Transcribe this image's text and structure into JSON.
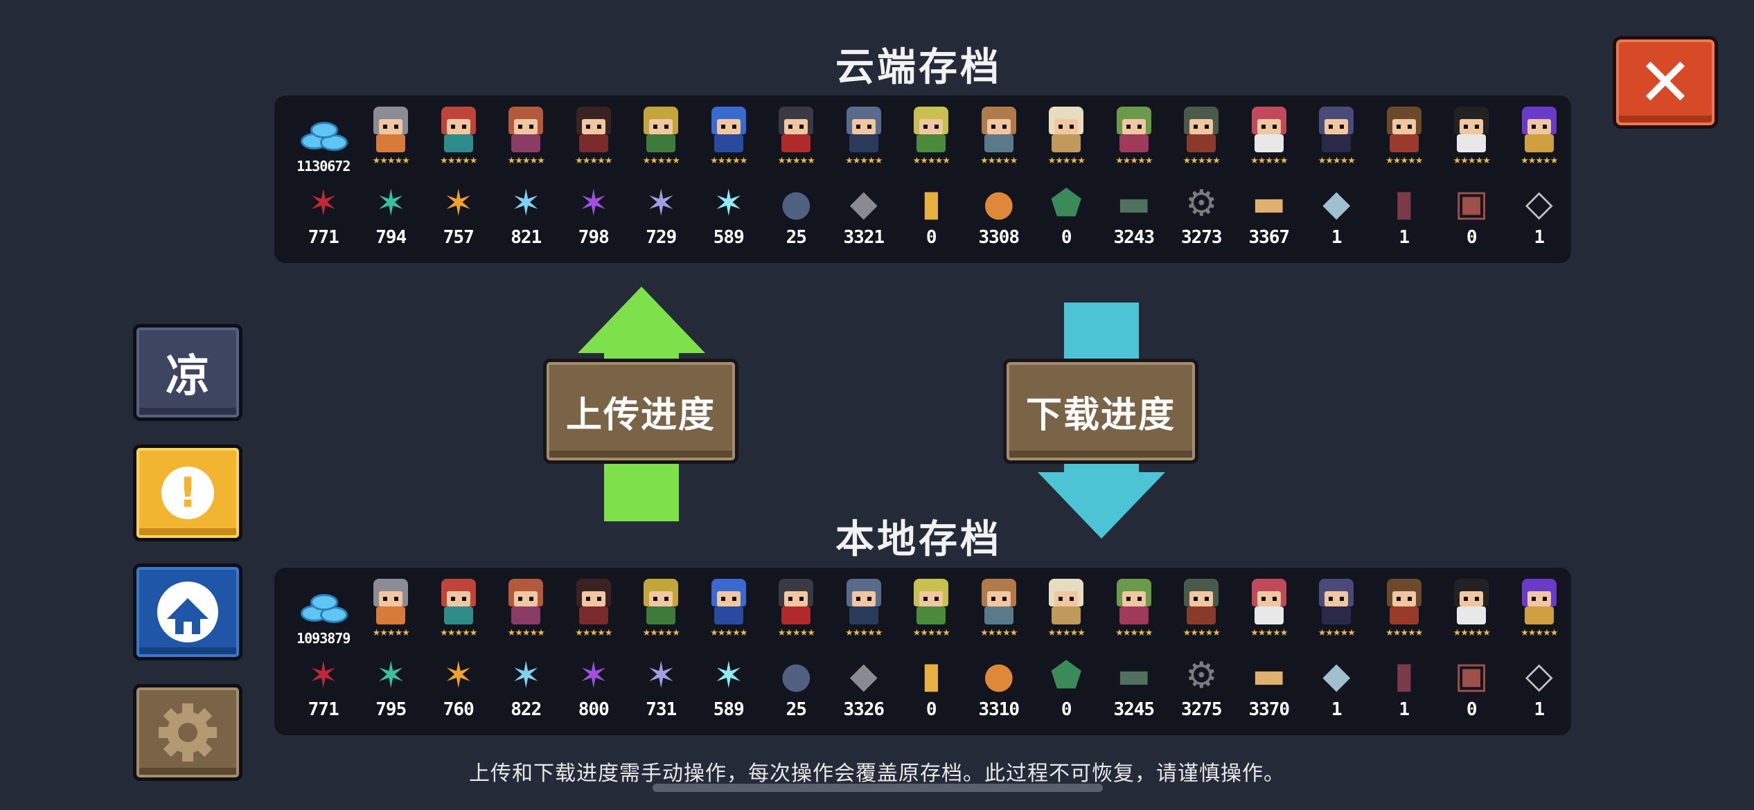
{
  "cloud": {
    "title": "云端存档",
    "gems": "1130672",
    "item_counts": [
      "771",
      "794",
      "757",
      "821",
      "798",
      "729",
      "589",
      "25",
      "3321",
      "0",
      "3308",
      "0",
      "3243",
      "3273",
      "3367",
      "1",
      "1",
      "0",
      "1"
    ]
  },
  "local": {
    "title": "本地存档",
    "gems": "1093879",
    "item_counts": [
      "771",
      "795",
      "760",
      "822",
      "800",
      "731",
      "589",
      "25",
      "3326",
      "0",
      "3310",
      "0",
      "3245",
      "3275",
      "3370",
      "1",
      "1",
      "0",
      "1"
    ]
  },
  "actions": {
    "upload_label": "上传进度",
    "download_label": "下载进度"
  },
  "sidebar": {
    "account_label": "凉",
    "alert_label": "!",
    "settings_icon": "gear-icon"
  },
  "close_label": "✕",
  "notice": "上传和下载进度需手动操作，每次操作会覆盖原存档。此过程不可恢复，请谨慎操作。",
  "colors": {
    "upload_arrow": "#7ee04a",
    "download_arrow": "#4dc4d4",
    "close_button": "#d64a28",
    "alert_button": "#f2b531",
    "brand_button": "#1f56a8"
  }
}
